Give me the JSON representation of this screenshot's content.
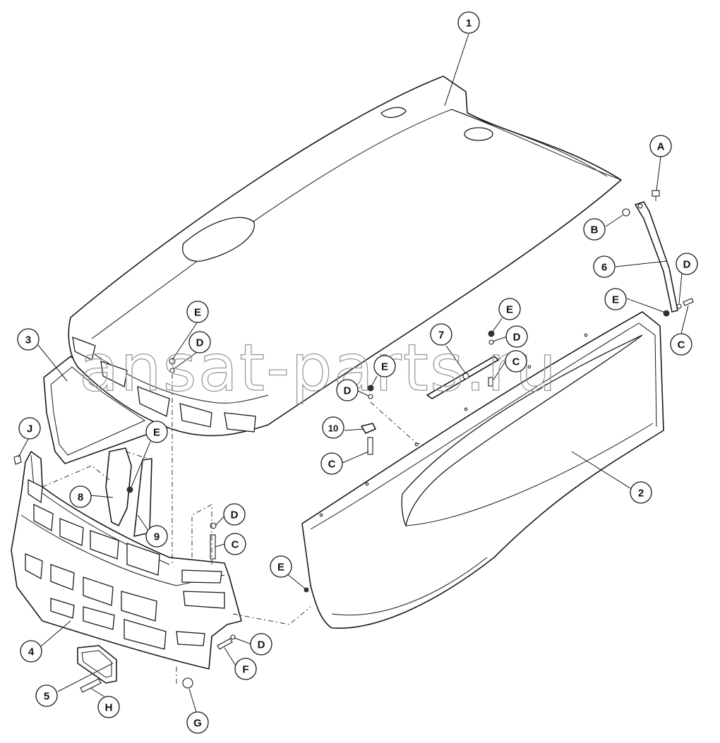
{
  "watermark": "ansat-parts.ru",
  "callouts": {
    "c1": "1",
    "c2": "2",
    "c3": "3",
    "c4": "4",
    "c5": "5",
    "c6": "6",
    "c7": "7",
    "c8": "8",
    "c9": "9",
    "c10": "10",
    "cA": "A",
    "cB": "B",
    "cC1": "C",
    "cC2": "C",
    "cC3": "C",
    "cC4": "C",
    "cD1": "D",
    "cD2": "D",
    "cD3": "D",
    "cD4": "D",
    "cD5": "D",
    "cD6": "D",
    "cE1": "E",
    "cE2": "E",
    "cE3": "E",
    "cE4": "E",
    "cE5": "E",
    "cE6": "E",
    "cF": "F",
    "cG": "G",
    "cH": "H",
    "cJ": "J"
  },
  "colors": {
    "line": "#1a1a1a",
    "watermark": "#9a9a9a",
    "background": "#ffffff"
  }
}
